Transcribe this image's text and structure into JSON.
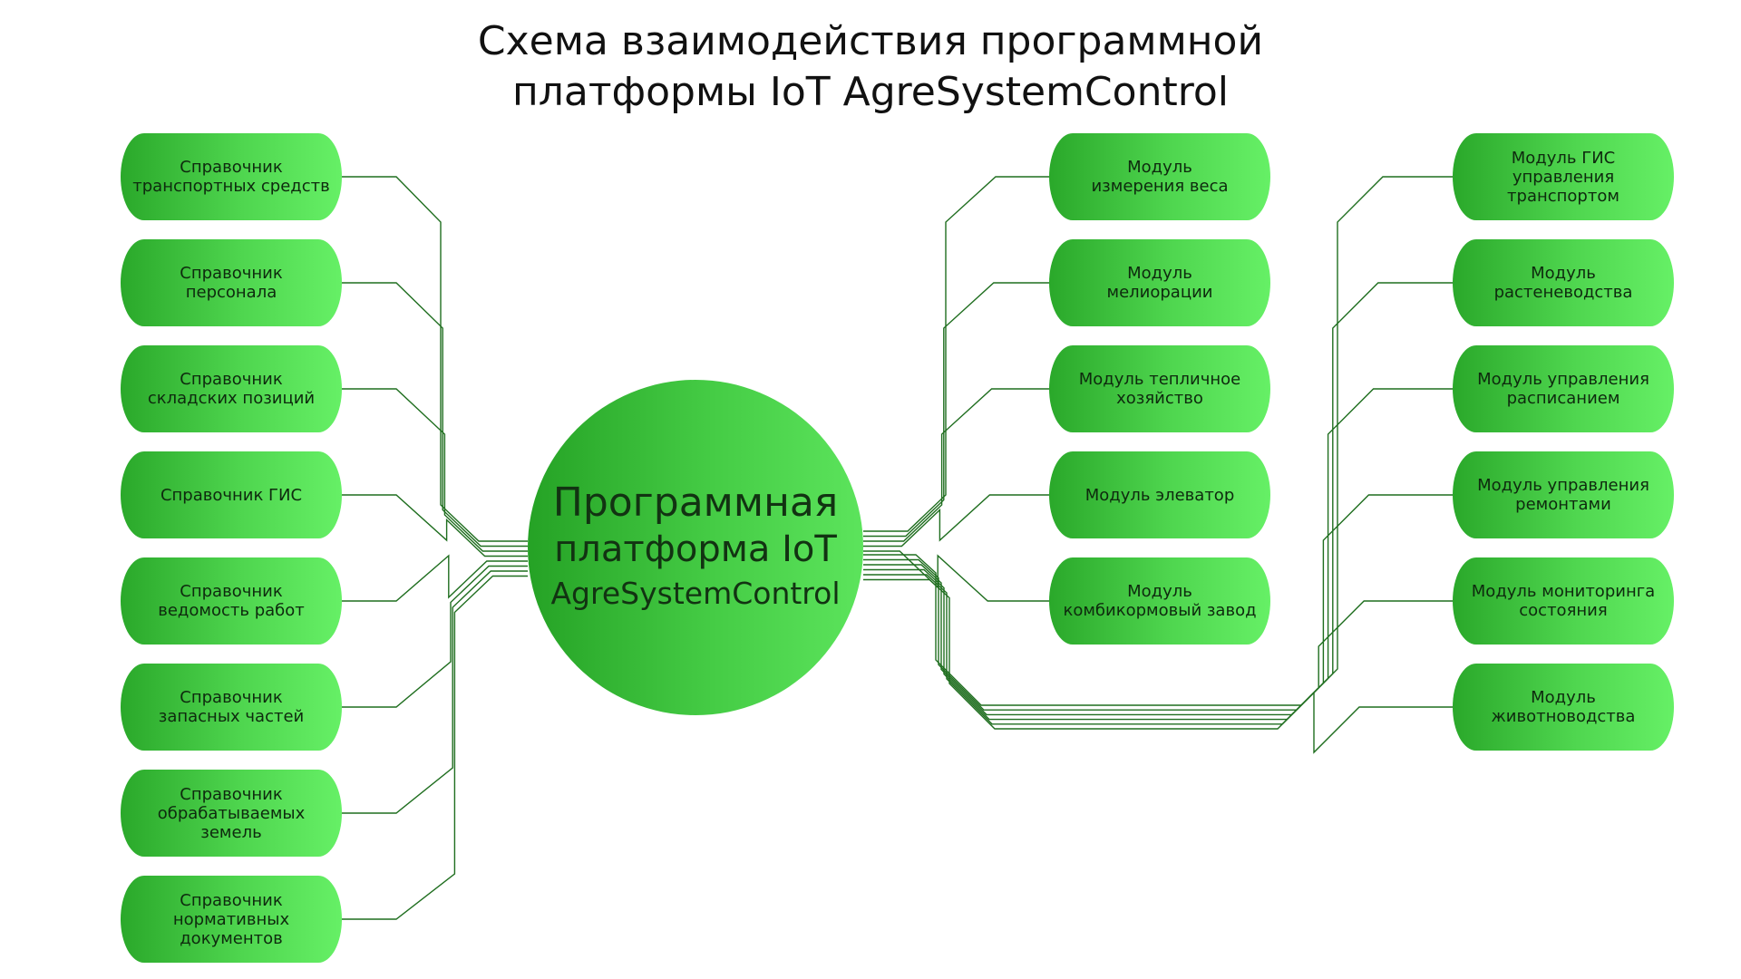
{
  "title": {
    "line1": "Схема взаимодействия программной",
    "line2": "платформы IoT AgreSystemControl"
  },
  "hub": {
    "line1": "Программная",
    "line2": "платформа IoT",
    "line3": "AgreSystemControl"
  },
  "left_nodes": [
    "Справочник\nтранспортных средств",
    "Справочник\nперсонала",
    "Справочник\nскладских позиций",
    "Справочник ГИС",
    "Справочник\nведомость работ",
    "Справочник\nзапасных частей",
    "Справочник\nобрабатываемых\nземель",
    "Справочник\nнормативных\nдокументов"
  ],
  "middle_nodes": [
    "Модуль\nизмерения веса",
    "Модуль\nмелиорации",
    "Модуль тепличное\nхозяйство",
    "Модуль элеватор",
    "Модуль\nкомбикормовый завод"
  ],
  "right_nodes": [
    "Модуль ГИС\nуправления\nтранспортом",
    "Модуль\nрастеневодства",
    "Модуль управления\nрасписанием",
    "Модуль управления\nремонтами",
    "Модуль мониторинга\nсостояния",
    "Модуль\nживотноводства"
  ],
  "colors": {
    "node_gradient_start": "#2aa82a",
    "node_gradient_end": "#66f066",
    "link_line": "#1f6e1f",
    "text": "#0e2a0e"
  }
}
